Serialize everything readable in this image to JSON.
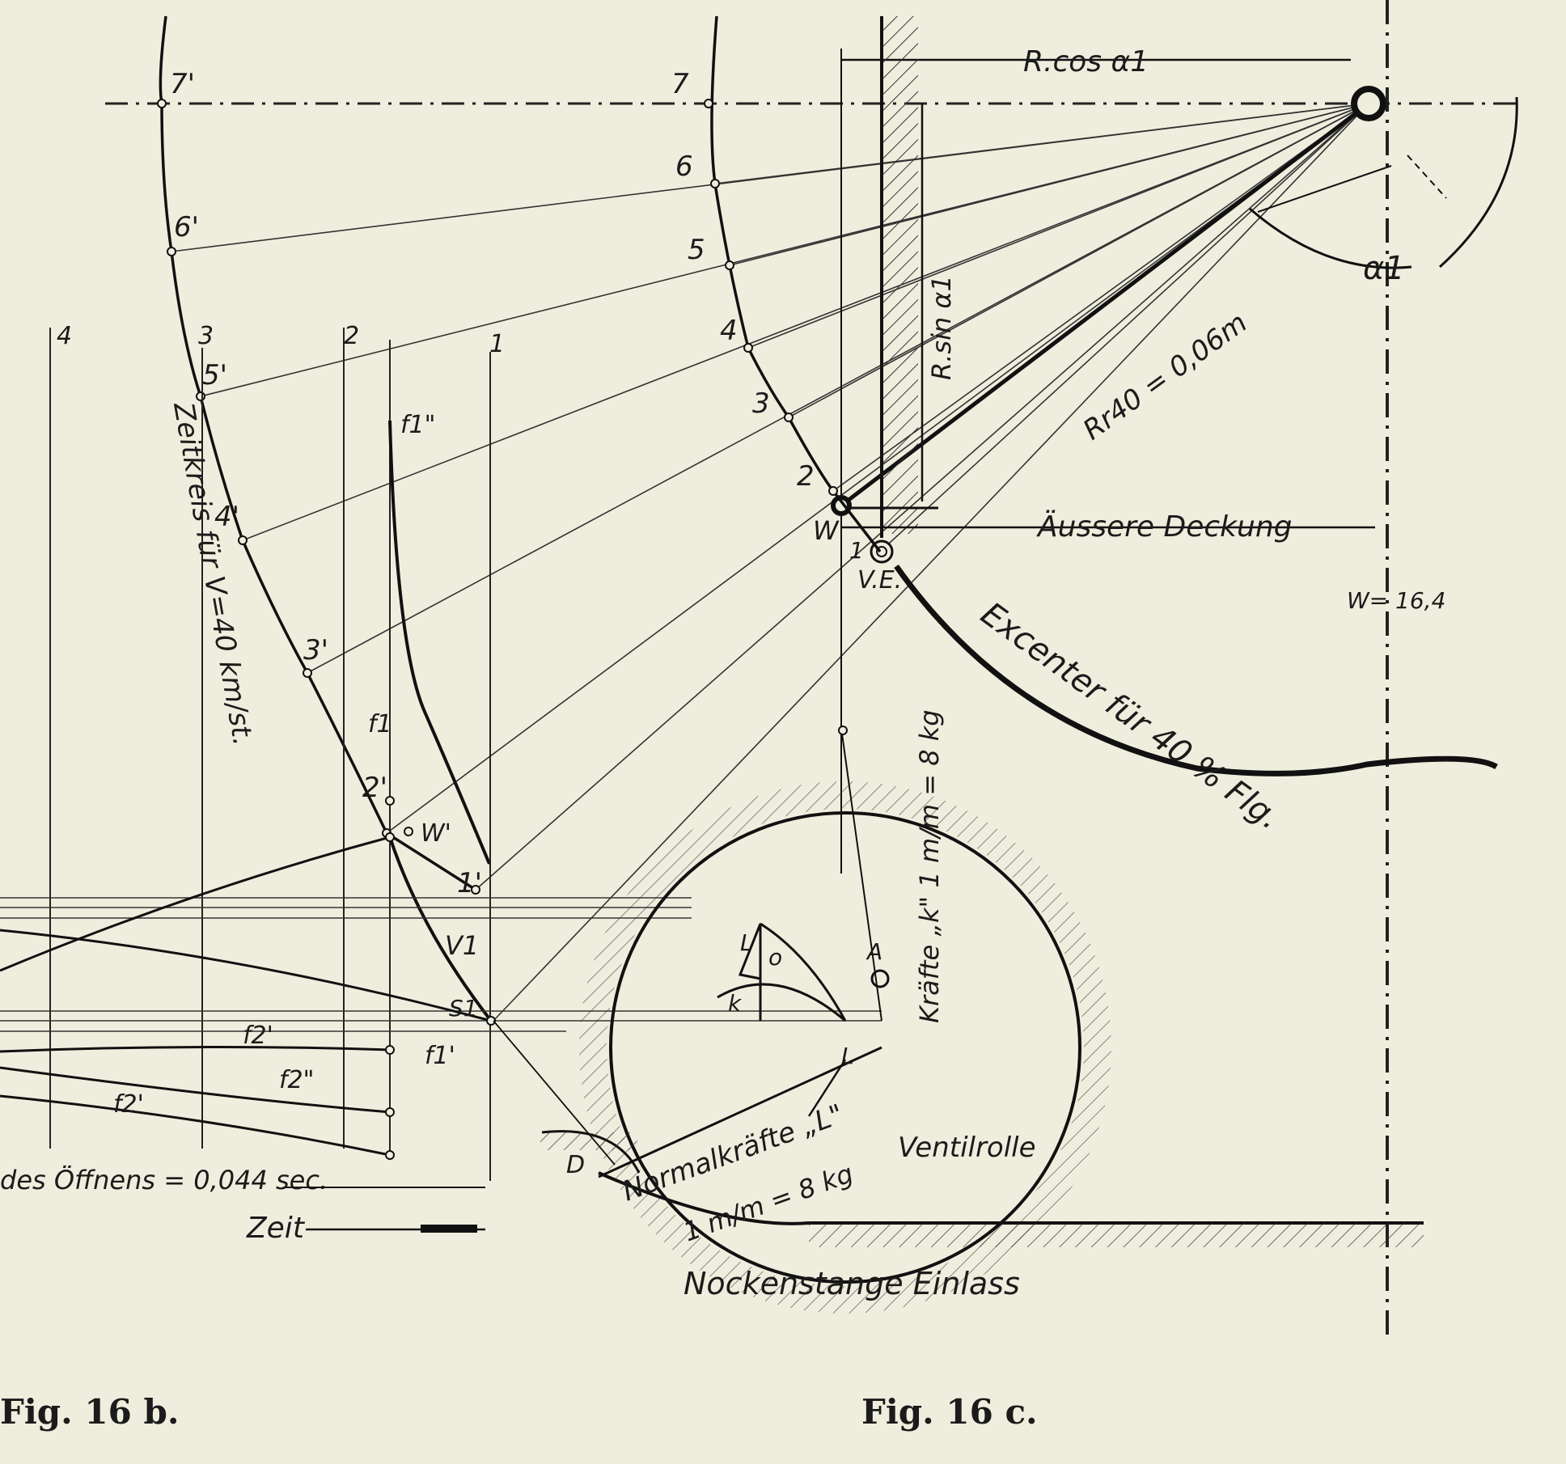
{
  "labels": {
    "r_cos": "R.cos α1",
    "r_sin": "R.sin α1",
    "rr40": "Rr40 = 0,06m",
    "alpha": "α1",
    "aussere_deckung": "Äussere Deckung",
    "w_val": "W= 16,4",
    "excenter": "Excenter für 40 % Flg.",
    "zeitkreis": "Zeitkreis für V=40 km/st.",
    "des_offnens": "des Öffnens = 0,044 sec.",
    "zeit": "Zeit",
    "nockenstange": "Nockenstange Einlass",
    "ventilrolle": "Ventilrolle",
    "normalkrafte": "Normalkräfte „L\"",
    "normal_scale": "1 m/m = 8 kg",
    "krafte_k": "Kräfte „k\" 1 m/m = 8 kg",
    "ve": "V.E.",
    "w": "W",
    "a": "A",
    "d": "D",
    "v1": "V1",
    "s1": "S1",
    "w_prime": "W'",
    "l_small": "L",
    "o": "o",
    "k": "k",
    "l_arrow": "L"
  },
  "points_right": [
    "7",
    "6",
    "5",
    "4",
    "3",
    "2",
    "1"
  ],
  "points_left": [
    "7'",
    "6'",
    "5'",
    "4'",
    "3'",
    "2'",
    "1'"
  ],
  "verticals": [
    "4",
    "3",
    "2",
    "1"
  ],
  "f_labels": [
    "f1\"",
    "f1",
    "f1'",
    "f2'",
    "f2\"",
    "f2'"
  ],
  "captions": {
    "fig_b": "Fig. 16 b.",
    "fig_c": "Fig. 16 c."
  }
}
